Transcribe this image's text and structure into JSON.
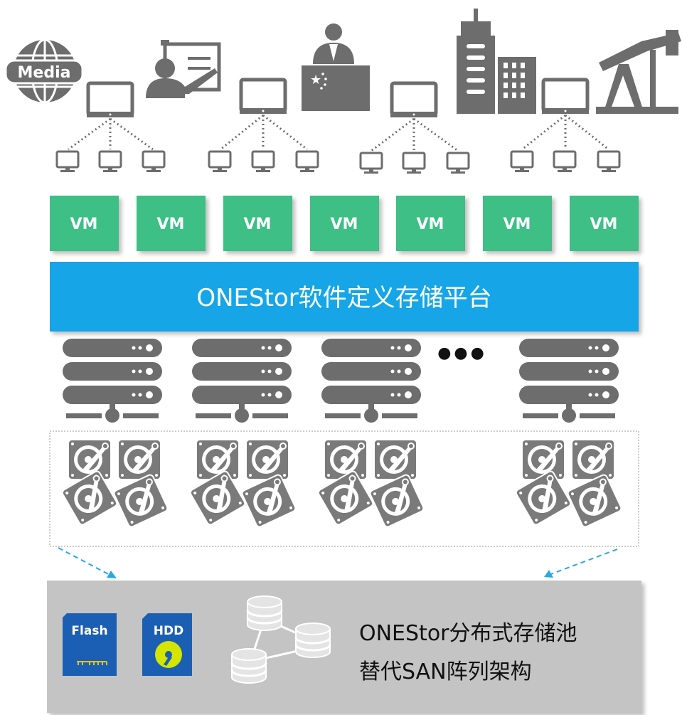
{
  "icons": {
    "media_badge_text": "Media",
    "flag_stars": "★",
    "names": [
      "media-globe-icon",
      "teacher-icon",
      "government-official-icon",
      "city-buildings-icon",
      "oil-pump-icon",
      "computer-monitor-icon",
      "server-rack-icon",
      "hard-disk-icon",
      "flash-card-icon",
      "hdd-card-icon",
      "database-cluster-icon"
    ]
  },
  "vm_row": {
    "labels": [
      "VM",
      "VM",
      "VM",
      "VM",
      "VM",
      "VM",
      "VM"
    ]
  },
  "platform": {
    "title": "ONEStor软件定义存储平台"
  },
  "servers": {
    "ellipsis": "●●●"
  },
  "pool": {
    "flash_label": "Flash",
    "hdd_label": "HDD",
    "line1": "ONEStor分布式存储池",
    "line2": "替代SAN阵列架构"
  },
  "colors": {
    "vm_green": "#3cbf85",
    "platform_blue": "#18a6e8",
    "icon_gray": "#6d6d6d",
    "pool_bg": "#c4c4c4",
    "card_blue": "#1a5fb4",
    "arrow_blue": "#2aa7e6"
  }
}
